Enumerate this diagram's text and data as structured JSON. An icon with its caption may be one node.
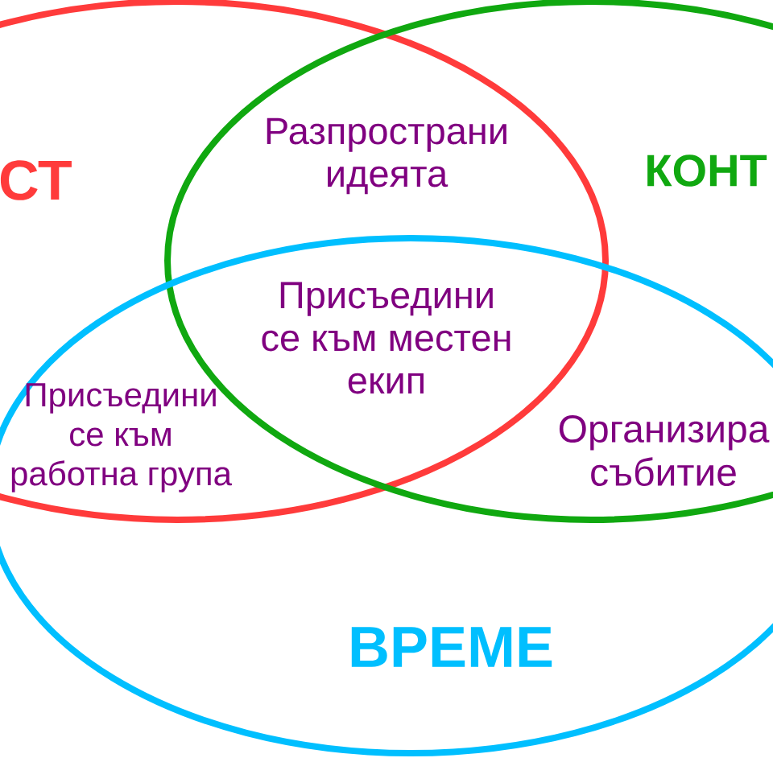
{
  "diagram": {
    "nodes": [
      {
        "text": [
          "СТ"
        ]
      },
      {
        "text": [
          "КОНТ"
        ]
      },
      {
        "text": [
          "ВРЕМЕ"
        ]
      }
    ],
    "labels": [
      "Разпространи идеята",
      "Присъедини се към местен екип",
      "Присъедини се към работна група",
      "Организира събитие"
    ]
  }
}
